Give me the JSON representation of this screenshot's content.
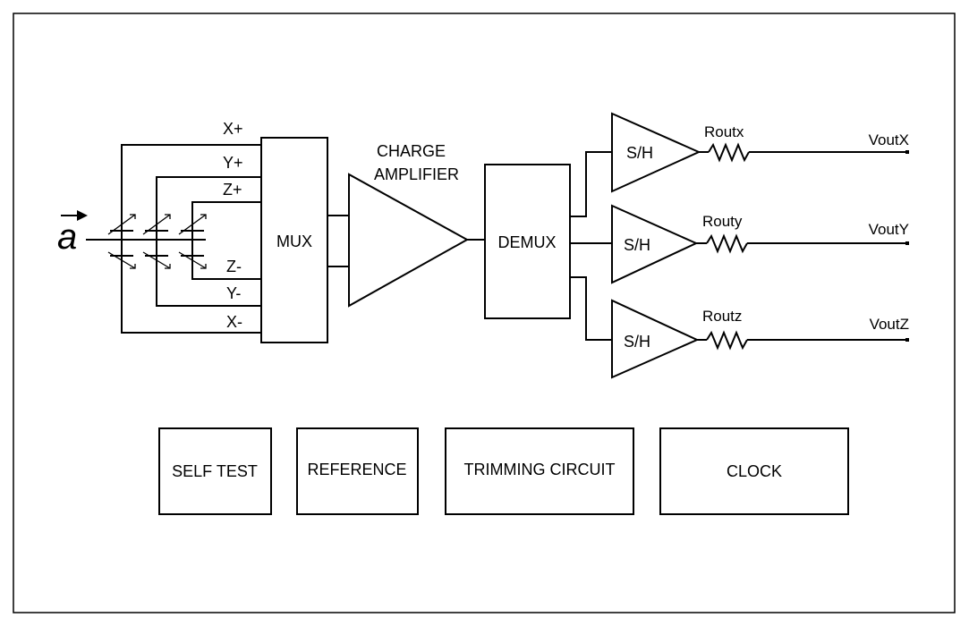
{
  "input": {
    "symbol": "a"
  },
  "mux": {
    "label": "MUX",
    "inputs_top": [
      "X+",
      "Y+",
      "Z+"
    ],
    "inputs_bottom": [
      "Z-",
      "Y-",
      "X-"
    ]
  },
  "charge_amplifier": {
    "line1": "CHARGE",
    "line2": "AMPLIFIER"
  },
  "demux": {
    "label": "DEMUX"
  },
  "sample_hold": {
    "label": "S/H"
  },
  "outputs": [
    {
      "resistor": "Routx",
      "output": "VoutX"
    },
    {
      "resistor": "Routy",
      "output": "VoutY"
    },
    {
      "resistor": "Routz",
      "output": "VoutZ"
    }
  ],
  "support_blocks": [
    "SELF TEST",
    "REFERENCE",
    "TRIMMING CIRCUIT",
    "CLOCK"
  ]
}
